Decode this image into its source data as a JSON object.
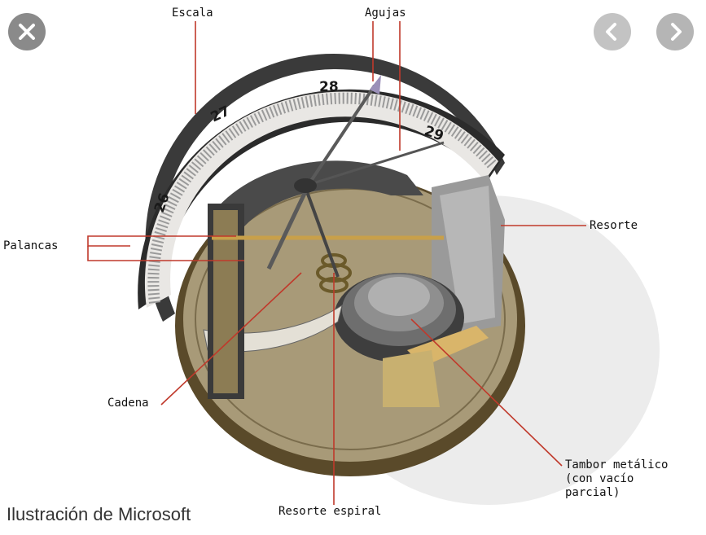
{
  "nav": {
    "close_icon": "close-icon",
    "prev_icon": "chevron-left-icon",
    "next_icon": "chevron-right-icon"
  },
  "diagram": {
    "scale_numbers": [
      "26",
      "27",
      "28",
      "29"
    ],
    "labels": {
      "escala": "Escala",
      "agujas": "Agujas",
      "palancas": "Palancas",
      "resorte": "Resorte",
      "cadena": "Cadena",
      "tambor_line1": "Tambor metálico",
      "tambor_line2": "(con vacío",
      "tambor_line3": "parcial)",
      "resorte_espiral": "Resorte espiral"
    },
    "credit": "Ilustración de Microsoft",
    "colors": {
      "leader": "#c0392b",
      "base": "#a89a78",
      "scale": "#e9e7e4",
      "metal": "#8c8c8c"
    }
  }
}
